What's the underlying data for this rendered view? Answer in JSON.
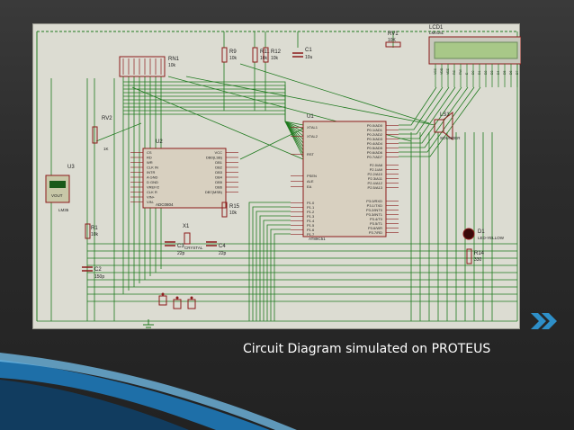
{
  "caption": "Circuit Diagram simulated on PROTEUS",
  "icons": {
    "next": "double-chevron-right-icon"
  },
  "colors": {
    "background": "#2c2c2c",
    "schematic_bg": "#dcdcd2",
    "wire": "#1f7a1f",
    "component": "#8b1a1a",
    "lcd_screen": "#a8c888",
    "accent_blue": "#2e8fc8"
  },
  "schematic": {
    "components": {
      "rn1": {
        "ref": "RN1",
        "value": "10k"
      },
      "r9": {
        "ref": "R9",
        "value": "10k"
      },
      "r11": {
        "ref": "R11",
        "value": "10k"
      },
      "r12": {
        "ref": "R12",
        "value": "10k"
      },
      "c1": {
        "ref": "C1",
        "value": "10u"
      },
      "rv1": {
        "ref": "RV1",
        "value": "10K"
      },
      "lcd1": {
        "ref": "LCD1",
        "value": "LM016L"
      },
      "rv2": {
        "ref": "RV2",
        "value": "1K"
      },
      "u3": {
        "ref": "U3",
        "value": "LM35",
        "pin": "VOUT"
      },
      "u2": {
        "ref": "U2",
        "value": "ADC0804"
      },
      "u1": {
        "ref": "U1",
        "value": "AT89C51"
      },
      "ls1": {
        "ref": "LS1",
        "value": "SOUNDER"
      },
      "r15": {
        "ref": "R15",
        "value": "10k"
      },
      "r1": {
        "ref": "R1",
        "value": "10k"
      },
      "c2": {
        "ref": "C2",
        "value": "150p"
      },
      "x1": {
        "ref": "X1",
        "value": "CRYSTAL"
      },
      "c3": {
        "ref": "C3",
        "value": "22p"
      },
      "c4": {
        "ref": "C4",
        "value": "22p"
      },
      "d1": {
        "ref": "D1",
        "value": "LED-YELLOW"
      },
      "r14": {
        "ref": "R14",
        "value": "330"
      }
    },
    "u2_left_pins": [
      "CS",
      "RD",
      "WR",
      "CLK IN",
      "INTR",
      "A GND",
      "D GND",
      "VREF/2",
      "CLK R",
      "VIN+",
      "VIN-"
    ],
    "u2_right_pins": [
      "VCC",
      "DB0(LSB)",
      "DB1",
      "DB2",
      "DB3",
      "DB4",
      "DB5",
      "DB6",
      "DB7(MSB)"
    ],
    "u1_top_pins": [
      "XTAL1",
      "XTAL2",
      "RST"
    ],
    "u1_ctrl_pins": [
      "PSEN",
      "ALE",
      "EA"
    ],
    "u1_p1_pins": [
      "P1.0",
      "P1.1",
      "P1.2",
      "P1.3",
      "P1.4",
      "P1.5",
      "P1.6",
      "P1.7"
    ],
    "u1_p0_pins": [
      "P0.0/AD0",
      "P0.1/AD1",
      "P0.2/AD2",
      "P0.3/AD3",
      "P0.4/AD4",
      "P0.5/AD5",
      "P0.6/AD6",
      "P0.7/AD7"
    ],
    "u1_p2_pins": [
      "P2.0/A8",
      "P2.1/A9",
      "P2.2/A10",
      "P2.3/A11",
      "P2.4/A12",
      "P2.5/A13"
    ],
    "u1_p3_pins": [
      "P3.0/RXD",
      "P3.1/TXD",
      "P3.2/INT0",
      "P3.3/INT1",
      "P3.4/T0",
      "P3.5/T1",
      "P3.6/WR",
      "P3.7/RD"
    ],
    "lcd_pins": [
      "VSS",
      "VDD",
      "VEE",
      "RS",
      "RW",
      "E",
      "D0",
      "D1",
      "D2",
      "D3",
      "D4",
      "D5",
      "D6",
      "D7"
    ]
  }
}
